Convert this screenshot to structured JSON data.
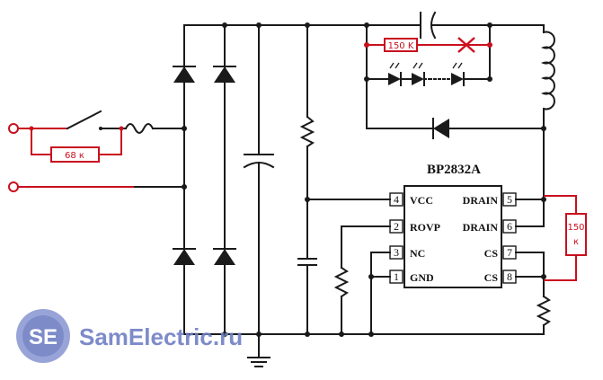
{
  "chip": {
    "name": "BP2832A",
    "pins": [
      {
        "num": "4",
        "label": "VCC"
      },
      {
        "num": "2",
        "label": "ROVP"
      },
      {
        "num": "3",
        "label": "NC"
      },
      {
        "num": "1",
        "label": "GND"
      },
      {
        "num": "5",
        "label": "DRAIN"
      },
      {
        "num": "6",
        "label": "DRAIN"
      },
      {
        "num": "7",
        "label": "CS"
      },
      {
        "num": "8",
        "label": "CS"
      }
    ]
  },
  "resistors": {
    "r_top": "150 K",
    "r_switch": "68 к",
    "r_cs_line1": "150",
    "r_cs_line2": "к"
  },
  "watermark": {
    "logo": "SE",
    "text": "SamElectric.ru"
  },
  "colors": {
    "wire": "#1a1a1a",
    "modification": "#c8101e",
    "watermark": "#6f7fc4"
  }
}
